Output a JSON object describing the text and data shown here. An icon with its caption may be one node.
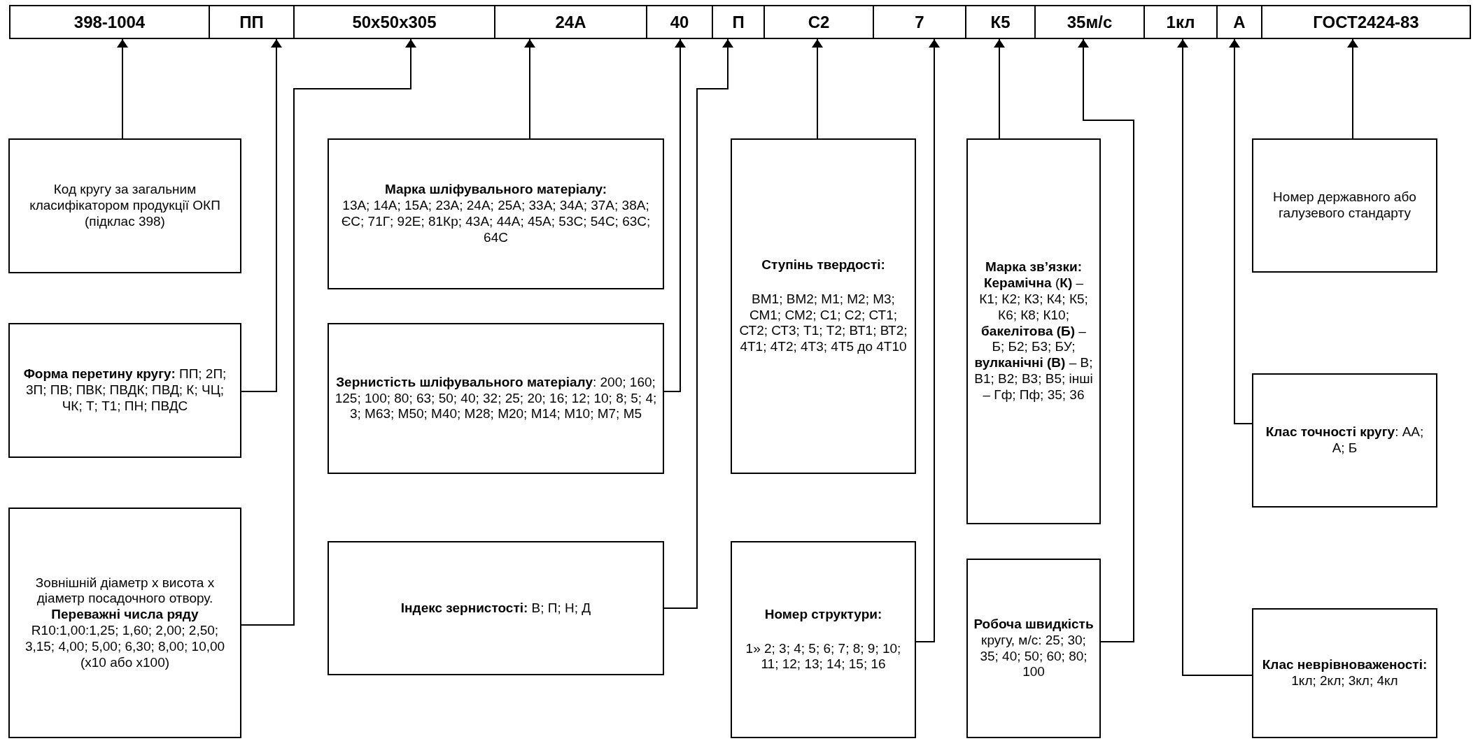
{
  "diagram": {
    "nodes": [
      {
        "text": [
          "398-1004"
        ]
      },
      {
        "text": [
          "ПП"
        ]
      },
      {
        "text": [
          "50х50х305"
        ]
      },
      {
        "text": [
          "24А"
        ]
      },
      {
        "text": [
          "40"
        ]
      },
      {
        "text": [
          "П"
        ]
      },
      {
        "text": [
          "С2"
        ]
      },
      {
        "text": [
          "7"
        ]
      },
      {
        "text": [
          "К5"
        ]
      },
      {
        "text": [
          "35м/с"
        ]
      },
      {
        "text": [
          "1кл"
        ]
      },
      {
        "text": [
          "А"
        ]
      },
      {
        "text": [
          "ГОСТ2424-83"
        ]
      },
      {
        "text": [
          "Код кругу за загальним класифікатором продукції ОКП (підклас 398)"
        ]
      },
      {
        "text": [
          "Марка шліфувального матеріалу:",
          "13А; 14А; 15А; 23А; 24А; 25А; 33А; 34А; 37А; 38А; ЄС; 71Г; 92Е; 81Кр; 43А; 44А; 45А; 53С; 54С; 63С; 64С"
        ]
      },
      {
        "text": [
          "Ступінь твердості:",
          "ВМ1; ВМ2; М1; М2; М3; СМ1; СМ2; С1; С2; СТ1; СТ2; СТ3; Т1; Т2; ВТ1; ВТ2; 4Т1; 4Т2; 4Т3; 4Т5 до 4Т10"
        ]
      },
      {
        "text": [
          "**Марка зв’язки: Керамічна** (**К)** – К1; К2; К3; К4; К5; К6; К8; К10; **бакелітова (Б)** – Б; Б2; Б3; БУ; **вулканічні (В)** – В; В1; В2; В3; В5; інші – Гф; Пф; 35; 36"
        ]
      },
      {
        "text": [
          "Номер державного або галузевого стандарту"
        ]
      },
      {
        "text": [
          "**Форма перетину кругу:** ПП; 2П; 3П; ПВ; ПВК; ПВДК; ПВД; К; ЧЦ; ЧК; Т; Т1; ПН; ПВДС"
        ]
      },
      {
        "text": [
          "**Зернистість шліфувального матеріалу**: 200; 160; 125; 100; 80; 63; 50; 40; 32; 25; 20; 16; 12; 10; 8; 5; 4; 3; М63; М50; М40; М28; М20; М14; М10; М7; М5"
        ]
      },
      {
        "text": [
          "**Клас точності кругу**: АА; А; Б"
        ]
      },
      {
        "text": [
          "Зовнішній діаметр х висота х діаметр посадочного отвору. **Переважні числа ряду** R10:1,00:1,25; 1,60; 2,00; 2,50; 3,15; 4,00; 5,00; 6,30; 8,00; 10,00 (х10 або х100)"
        ]
      },
      {
        "text": [
          "**Індекс зернистості:** В; П; Н; Д"
        ]
      },
      {
        "text": [
          "Номер структури:",
          "1» 2; 3; 4; 5; 6; 7; 8; 9; 10; 11; 12; 13; 14; 15; 16"
        ]
      },
      {
        "text": [
          "**Робоча швидкість** кругу, м/с: 25; 30; 35; 40; 50; 60; 80; 100"
        ]
      },
      {
        "text": [
          "**Клас неврівноваженості:** 1кл; 2кл; 3кл; 4кл"
        ]
      }
    ],
    "edges": [
      {
        "from": 13,
        "to": 0,
        "arrow": "to"
      },
      {
        "from": 18,
        "to": 1,
        "arrow": "to"
      },
      {
        "from": 21,
        "to": 2,
        "arrow": "to"
      },
      {
        "from": 14,
        "to": 3,
        "arrow": "to"
      },
      {
        "from": 19,
        "to": 4,
        "arrow": "to"
      },
      {
        "from": 22,
        "to": 5,
        "arrow": "to"
      },
      {
        "from": 15,
        "to": 6,
        "arrow": "to"
      },
      {
        "from": 23,
        "to": 7,
        "arrow": "to"
      },
      {
        "from": 16,
        "to": 8,
        "arrow": "to"
      },
      {
        "from": 24,
        "to": 9,
        "arrow": "to"
      },
      {
        "from": 25,
        "to": 10,
        "arrow": "to"
      },
      {
        "from": 20,
        "to": 11,
        "arrow": "to"
      },
      {
        "from": 17,
        "to": 12,
        "arrow": "to"
      }
    ]
  }
}
